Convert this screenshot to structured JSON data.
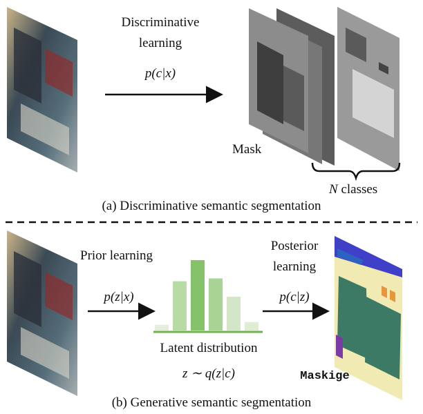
{
  "top": {
    "arrow_label_line1": "Discriminative",
    "arrow_label_line2": "learning",
    "formula": "p(c|x)",
    "mask_label": "Mask",
    "classes_var": "N",
    "classes_word": " classes",
    "caption": "(a) Discriminative semantic segmentation"
  },
  "bottom": {
    "prior_label": "Prior learning",
    "prior_formula": "p(z|x)",
    "posterior_line1": "Posterior",
    "posterior_line2": "learning",
    "posterior_formula": "p(c|z)",
    "latent_label": "Latent distribution",
    "latent_formula": "z ∼ q(z|c)",
    "maskige_label": "Maskige",
    "caption": "(b) Generative semantic segmentation"
  },
  "latent_histogram": {
    "values": [
      0.08,
      0.7,
      1.0,
      0.74,
      0.48,
      0.12
    ],
    "colors": [
      "#e3eedb",
      "#b8dba5",
      "#86c26a",
      "#a9d394",
      "#d3e6c8",
      "#dfeed3"
    ],
    "baseline_color": "#6fb24c"
  },
  "colors": {
    "maskige_bg": "#f1ebb3",
    "maskige_people": "#3d7a66",
    "maskige_top": "#3f3fc8",
    "maskige_orange": "#e8963c"
  }
}
